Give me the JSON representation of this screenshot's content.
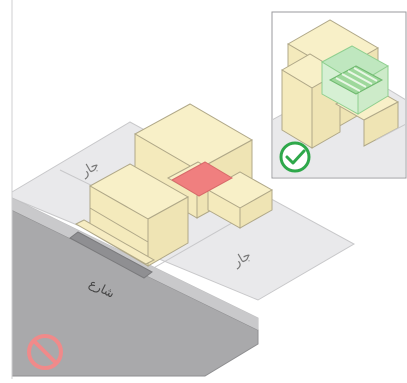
{
  "labels": {
    "neighbor_left": "جار",
    "neighbor_right": "جار",
    "street": "شارع"
  },
  "icons": {
    "prohibited": "prohibited-icon",
    "approved": "check-circle-icon"
  },
  "colors": {
    "building_fill": "#f8f0c8",
    "building_stroke": "#a8a080",
    "ground_fill": "#e8e8ea",
    "street_fill": "#a6a6a8",
    "sidewalk_fill": "#d7d7d9",
    "courtyard_bad": "#f07f7f",
    "courtyard_good": "#9ed89c",
    "prohibited": "#f08a8a",
    "approved": "#2ea84a"
  }
}
